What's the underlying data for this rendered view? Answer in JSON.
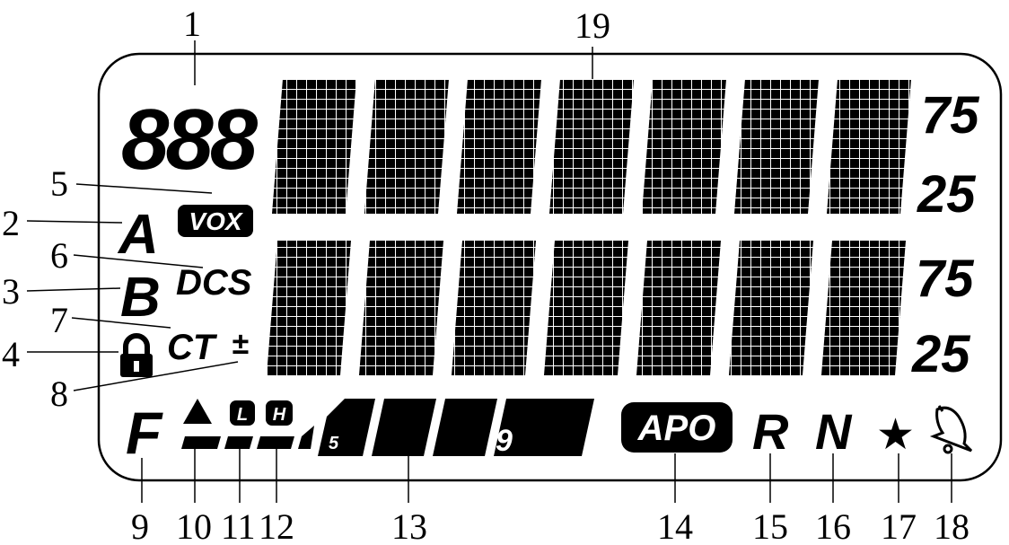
{
  "callouts": [
    "1",
    "2",
    "3",
    "4",
    "5",
    "6",
    "7",
    "8",
    "9",
    "10",
    "11",
    "12",
    "13",
    "14",
    "15",
    "16",
    "17",
    "18",
    "19"
  ],
  "lcd": {
    "channel_digits": "888",
    "band_a": "A",
    "band_b": "B",
    "vox": "VOX",
    "dcs": "DCS",
    "ct": "CT",
    "offset": "±",
    "func": "F",
    "low_power": "L",
    "high_power": "H",
    "signal_5": "5",
    "signal_9": "9",
    "apo": "APO",
    "reverse": "R",
    "narrow": "N",
    "star": "★",
    "step_top_1": "75",
    "step_bottom_1": "25",
    "step_top_2": "75",
    "step_bottom_2": "25"
  },
  "icons": [
    "lock-icon",
    "triangle-icon",
    "star-icon",
    "bell-icon"
  ]
}
